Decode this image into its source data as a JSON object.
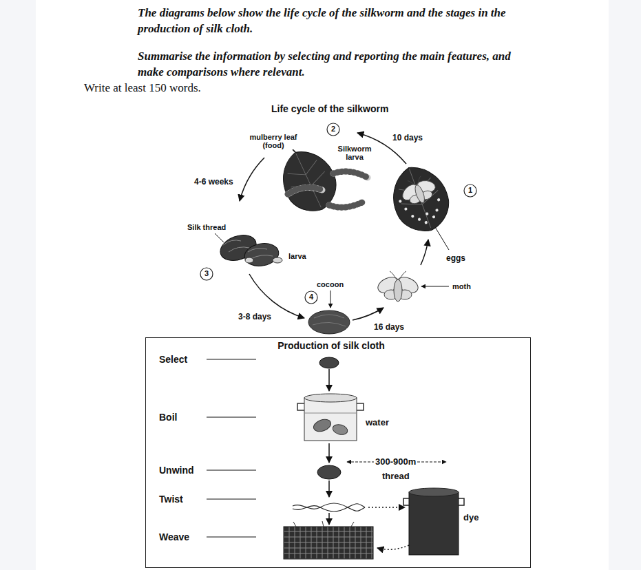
{
  "diagram": {
    "title": "Life cycle of the silkworm",
    "nodes": [
      {
        "text": [
          "Production of silk cloth"
        ]
      }
    ],
    "labels": [
      "The diagrams below show the life cycle of the silkworm and the stages in the production of silk cloth.",
      "Summarise the information by selecting and reporting the main features, and make comparisons where relevant.",
      "Write at least 150 words.",
      "2",
      "mulberry leaf (food)",
      "Silkworm larva",
      "10 days",
      "1",
      "4-6 weeks",
      "eggs",
      "Silk thread",
      "larva",
      "3",
      "moth",
      "cocoon",
      "4",
      "3-8 days",
      "16 days",
      "Select",
      "Boil",
      "water",
      "Unwind",
      "300-900m",
      "thread",
      "Twist",
      "dye",
      "Weave"
    ]
  }
}
